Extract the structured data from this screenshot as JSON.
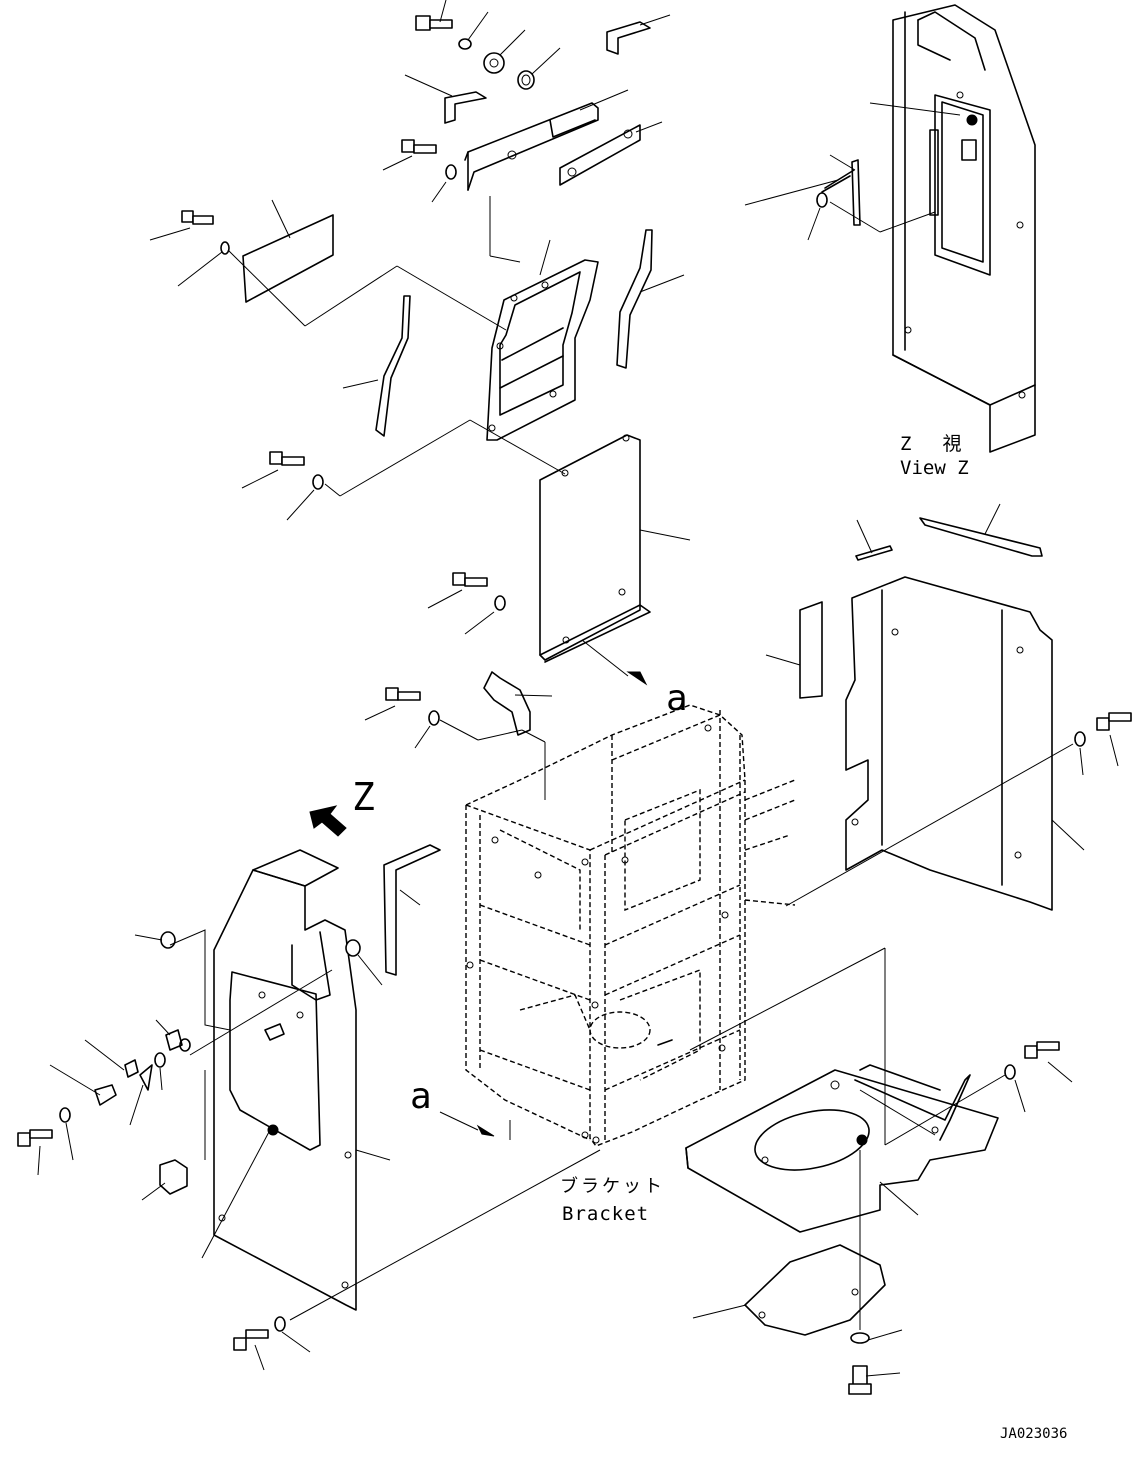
{
  "labels": {
    "view_z_jp": "Z　視",
    "view_z_en": "View Z",
    "z_marker": "Z",
    "a_top": "a",
    "a_bottom": "a",
    "bracket_jp": "ブラケット",
    "bracket_en": "Bracket",
    "drawing_id": "JA023036"
  }
}
